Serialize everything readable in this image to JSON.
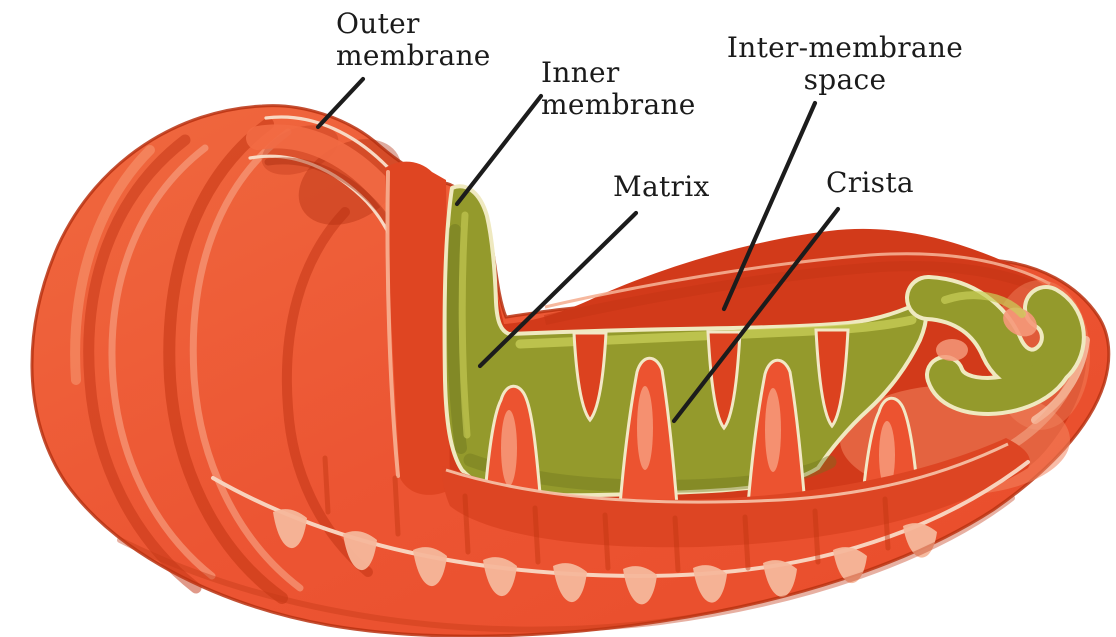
{
  "figure": {
    "subject": "Mitochondrion cut-away diagram",
    "background_color": "#ffffff",
    "palette": {
      "membrane_red": "#ec5132",
      "interior_dark_red": "#d23a1a",
      "cut_wall_red": "#dd4523",
      "matrix_olive": "#949a2c",
      "pale_outline_cream": "#efe9c0",
      "highlight_salmon": "#f6a283",
      "label_text": "#1b1b1b",
      "leader_line": "#1c1c1c"
    },
    "labels": {
      "outer_membrane": "Outer\nmembrane",
      "inner_membrane": "Inner\nmembrane",
      "inter_membrane_space": "Inter-membrane\nspace",
      "matrix": "Matrix",
      "crista": "Crista"
    }
  }
}
